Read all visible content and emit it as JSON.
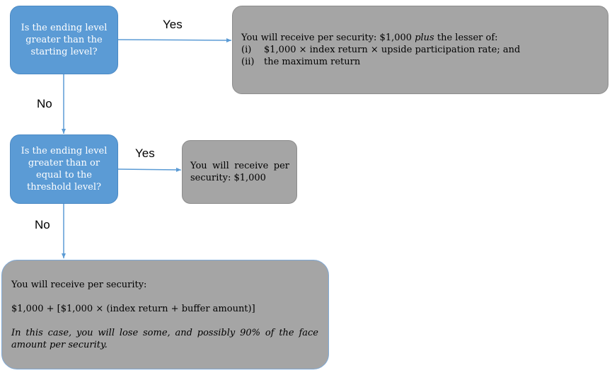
{
  "decision1": {
    "text": "Is the ending level greater than the starting level?",
    "yes_label": "Yes",
    "no_label": "No"
  },
  "result1": {
    "intro": "You will receive per security: $1,000",
    "intro_plus": "plus",
    "intro_tail": "the lesser of:",
    "items": [
      {
        "num": "(i)",
        "text": "$1,000 × index return × upside participation rate; and"
      },
      {
        "num": "(ii)",
        "text": "the maximum return"
      }
    ]
  },
  "decision2": {
    "text": "Is the ending level greater than or equal to the threshold level?",
    "yes_label": "Yes",
    "no_label": "No"
  },
  "result2": {
    "text": "You will receive per security: $1,000"
  },
  "result3": {
    "line1": "You will receive per security:",
    "formula": "$1,000 + [$1,000 × (index return + buffer amount)]",
    "note": "In this case, you will lose some, and possibly 90% of the face amount per security."
  },
  "colors": {
    "decision_fill": "#5b9bd5",
    "result_fill": "#a5a5a5",
    "arrow": "#5b9bd5"
  }
}
